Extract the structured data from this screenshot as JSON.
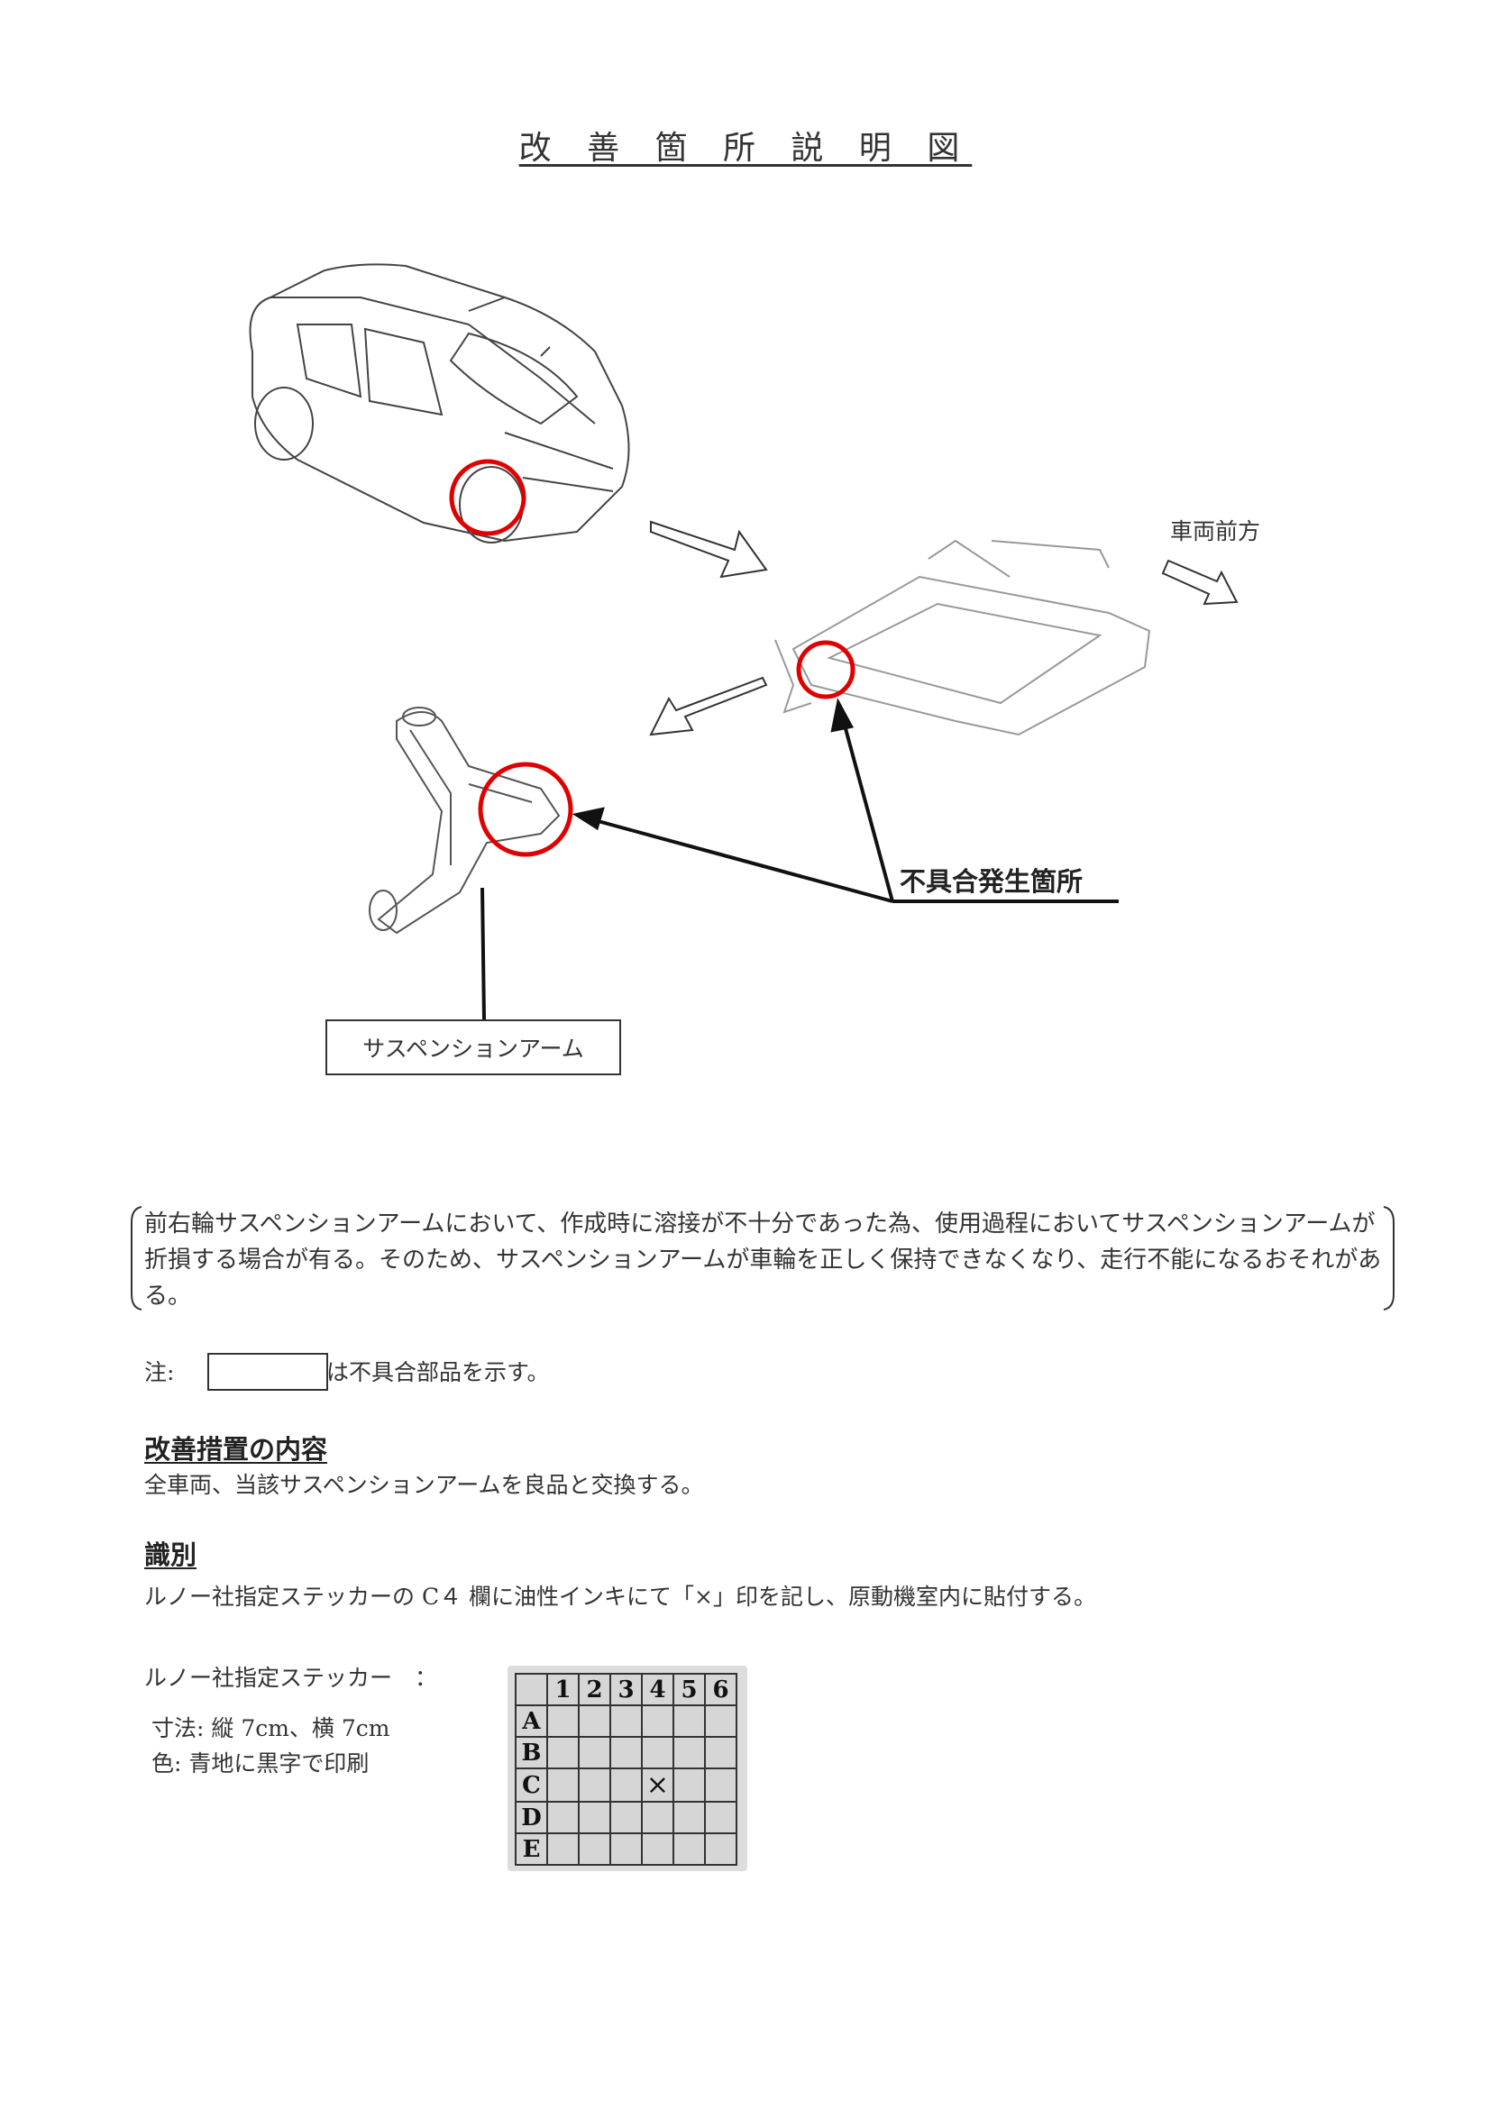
{
  "title": "改 善 箇 所 説 明 図",
  "figure": {
    "front_direction_label": "車両前方",
    "defect_location_label": "不具合発生箇所",
    "part_label": "サスペンションアーム",
    "highlight_color": "#e00000"
  },
  "description": "前右輪サスペンションアームにおいて、作成時に溶接が不十分であった為、使用過程においてサスペンションアームが折損する場合が有る。そのため、サスペンションアームが車輪を正しく保持できなくなり、走行不能になるおそれがある。",
  "note": {
    "prefix": "注:",
    "text": "は不具合部品を示す。"
  },
  "remedy": {
    "heading": "改善措置の内容",
    "body": "全車両、当該サスペンションアームを良品と交換する。"
  },
  "identification": {
    "heading": "識別",
    "body": "ルノー社指定ステッカーの C４ 欄に油性インキにて「×」印を記し、原動機室内に貼付する。",
    "sticker_label": "ルノー社指定ステッカー　：",
    "size": "寸法:  縦 7cm、横 7cm",
    "color": "色:  青地に黒字で印刷",
    "sticker": {
      "columns": [
        "1",
        "2",
        "3",
        "4",
        "5",
        "6"
      ],
      "rows": [
        "A",
        "B",
        "C",
        "D",
        "E"
      ],
      "marked_row": "C",
      "marked_column": "4",
      "mark": "×"
    }
  }
}
